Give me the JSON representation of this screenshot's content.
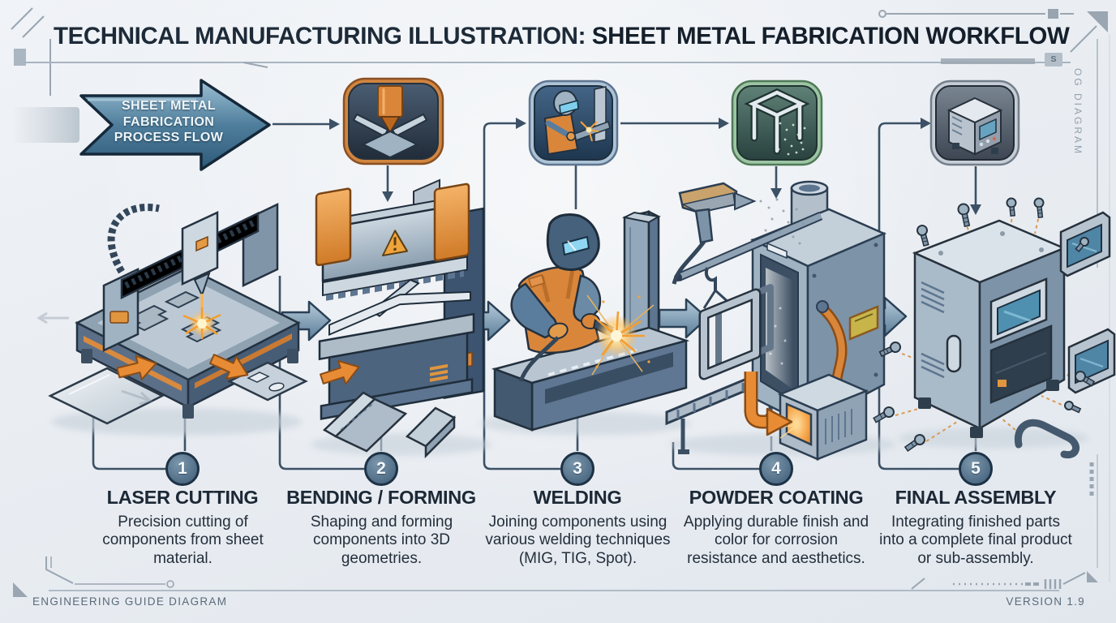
{
  "header": {
    "title_prefix": "TECHNICAL MANUFACTURING ILLUSTRATION: ",
    "title_emphasis": "SHEET METAL FABRICATION WORKFLOW"
  },
  "banner": {
    "line1": "SHEET METAL",
    "line2": "FABRICATION",
    "line3": "PROCESS FLOW"
  },
  "stages": [
    {
      "number": "1",
      "title": "LASER CUTTING",
      "description": "Precision cutting of components from sheet material."
    },
    {
      "number": "2",
      "title": "BENDING / FORMING",
      "description": "Shaping and forming components into 3D geometries."
    },
    {
      "number": "3",
      "title": "WELDING",
      "description": "Joining components using various welding techniques (MIG, TIG, Spot)."
    },
    {
      "number": "4",
      "title": "POWDER COATING",
      "description": "Applying durable finish and color for corrosion resistance and aesthetics."
    },
    {
      "number": "5",
      "title": "FINAL ASSEMBLY",
      "description": "Integrating finished parts into a complete final product or sub-assembly."
    }
  ],
  "footer": {
    "left_label": "ENGINEERING GUIDE DIAGRAM",
    "right_label": "VERSION 1.9"
  },
  "side_label": "OG DIAGRAM",
  "badge_s": "S",
  "icon_names": [
    "press-brake-icon",
    "welding-icon",
    "powder-coating-icon",
    "assembly-unit-icon"
  ],
  "colors": {
    "background": "#e9edf2",
    "ink": "#1d2a38",
    "connector_line": "#3c5166",
    "steel_light": "#b9c6d2",
    "steel_mid": "#7d93a8",
    "steel_dark": "#475d76",
    "accent_orange": "#e78c35",
    "banner_blue": "#3c6a88",
    "circle_fill": "#5e7d96",
    "icon_border_orange": "#cd7c3d",
    "icon_border_blue": "#a8c0d4",
    "icon_border_green": "#9ac2a0",
    "icon_border_silver": "#c3cbd4"
  }
}
